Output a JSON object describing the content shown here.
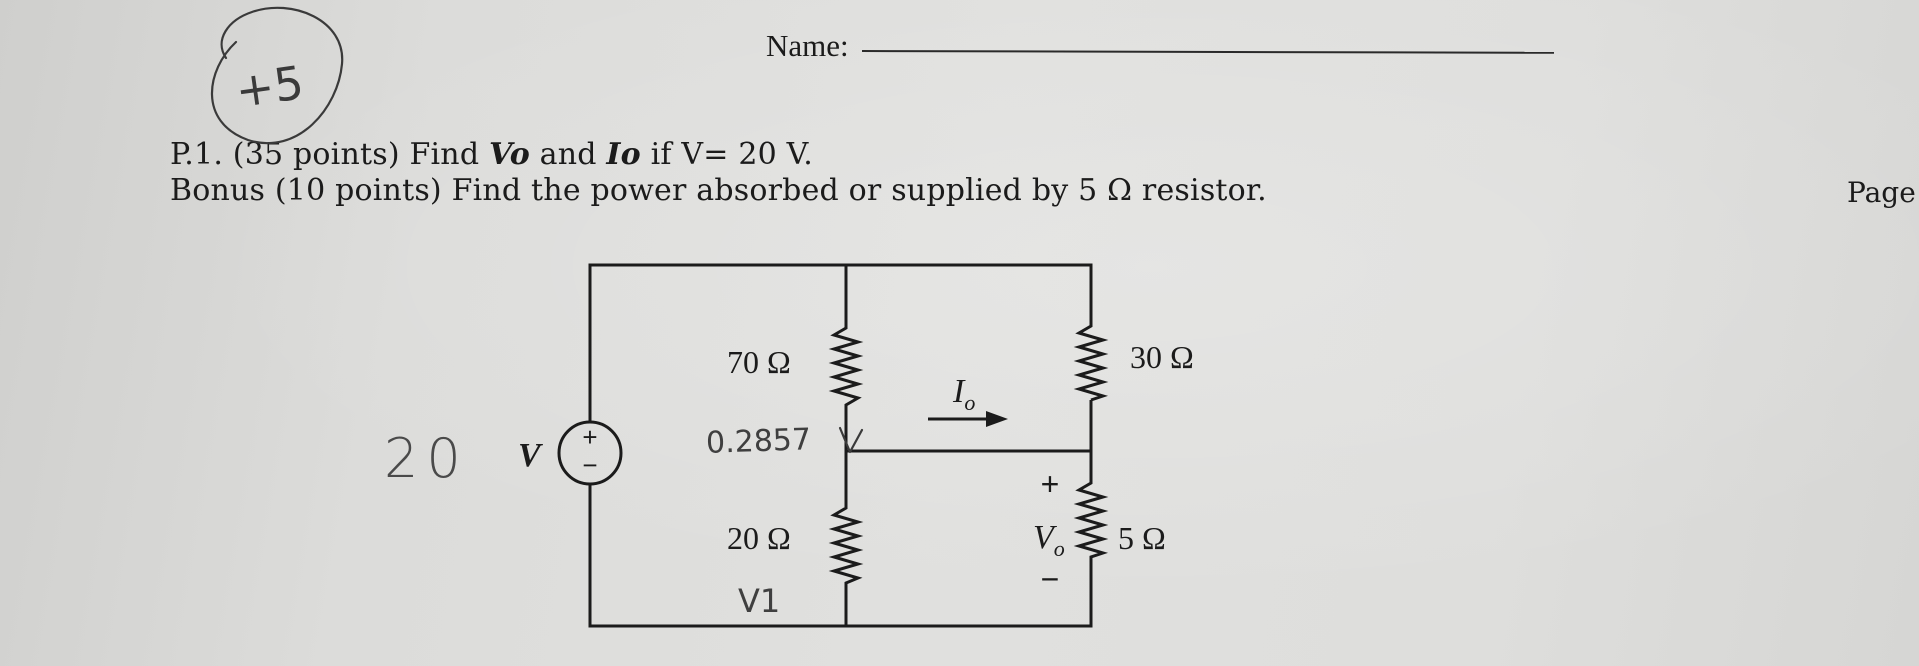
{
  "header": {
    "name_label": "Name:"
  },
  "problem": {
    "line1_prefix": "P.1. (35 points) Find ",
    "line1_vo": "Vo",
    "line1_and": " and ",
    "line1_io": "Io",
    "line1_suffix": " if V= 20 V.",
    "line2": "Bonus (10 points) Find the power absorbed or supplied by 5 Ω resistor."
  },
  "page_label": "Page",
  "circuit": {
    "r70_label": "70 Ω",
    "r20_label": "20 Ω",
    "r30_label": "30 Ω",
    "r5_label": "5 Ω",
    "source_label": "V",
    "source_plus": "+",
    "source_minus": "−",
    "io_label": "I",
    "io_sub": "o",
    "vo_label": "V",
    "vo_sub": "o",
    "vo_plus": "+",
    "vo_minus": "−"
  },
  "handwriting": {
    "score": "+5",
    "source_value": "20",
    "current_note": "0.2857",
    "node_note": "V1"
  },
  "colors": {
    "ink": "#1b1b1b",
    "pencil": "#3a3a3a",
    "paper": "#dededc"
  }
}
